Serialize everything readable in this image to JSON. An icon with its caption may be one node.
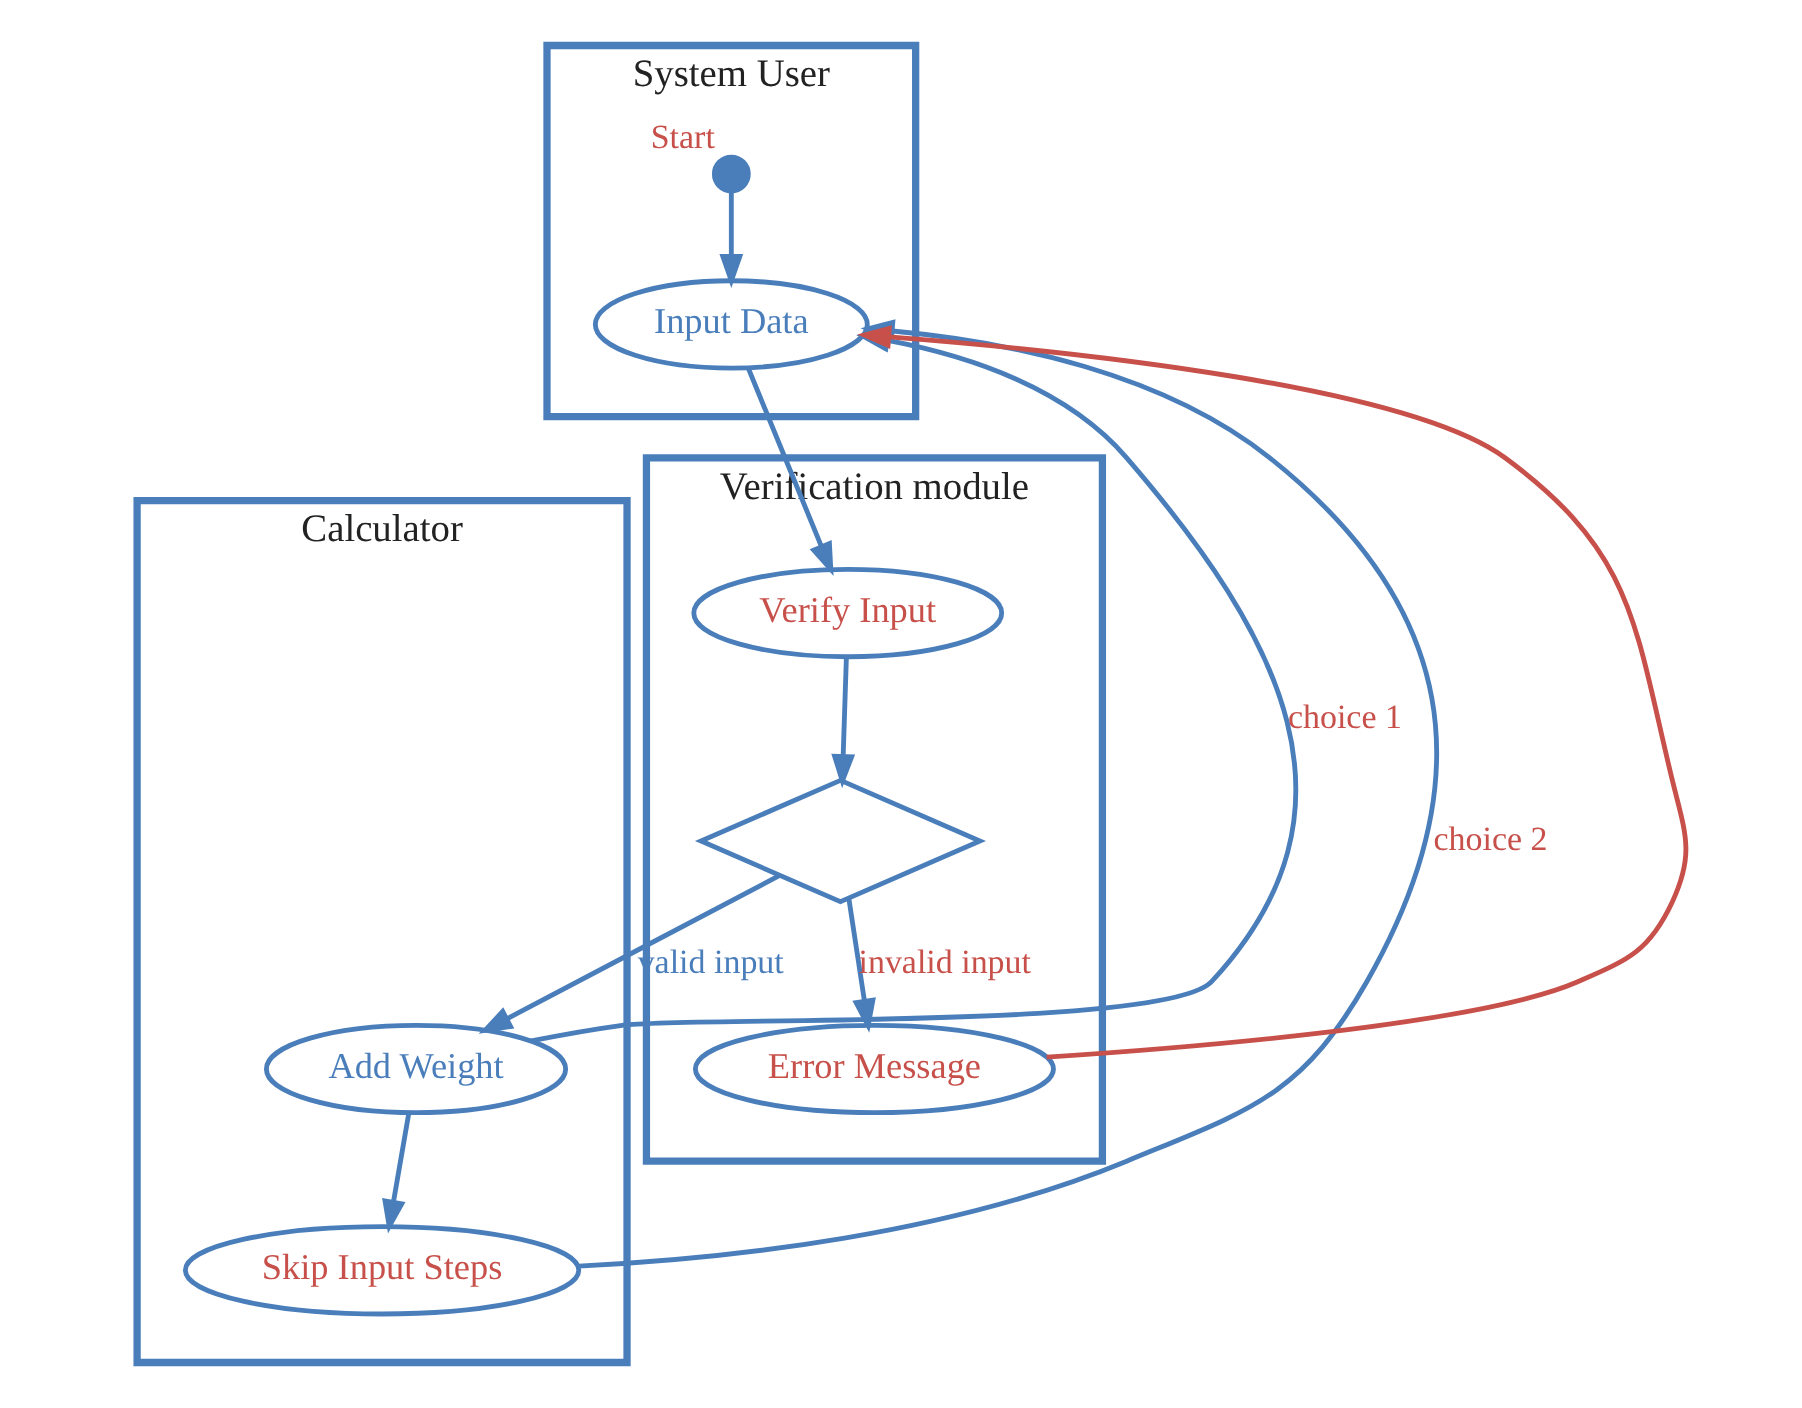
{
  "diagram": {
    "nodes": [
      {
        "text": [
          "System User"
        ]
      },
      {
        "text": [
          "Calculator"
        ]
      },
      {
        "text": [
          "Verification module"
        ]
      },
      {
        "text": [],
        "shape": "circle",
        "in": 0,
        "beside": [
          "Start"
        ]
      },
      {
        "text": [
          "Input Data"
        ],
        "in": 0
      },
      {
        "text": [
          "Add Weight"
        ],
        "in": 1
      },
      {
        "text": [
          "Skip Input Steps"
        ],
        "in": 1
      },
      {
        "text": [
          "Verify Input"
        ],
        "in": 2
      },
      {
        "text": [],
        "shape": "diamond",
        "in": 2
      },
      {
        "text": [
          "Error Message"
        ],
        "in": 2
      }
    ],
    "edges": [
      {
        "from": 3,
        "to": 4,
        "arrow": "to"
      },
      {
        "from": 4,
        "to": 7,
        "arrow": "to"
      },
      {
        "from": 7,
        "to": 8,
        "arrow": "to"
      },
      {
        "from": 8,
        "to": 5,
        "arrow": "to",
        "label": "valid input"
      },
      {
        "from": 8,
        "to": 9,
        "arrow": "to",
        "label": "invalid input"
      },
      {
        "from": 5,
        "to": 6,
        "arrow": "to"
      },
      {
        "from": 5,
        "to": 4,
        "arrow": "to",
        "label": "choice 1"
      },
      {
        "from": 6,
        "to": 4,
        "arrow": "to",
        "label": "choice 2"
      },
      {
        "from": 9,
        "to": 4,
        "arrow": "to",
        "color": "#c8504a"
      }
    ]
  }
}
